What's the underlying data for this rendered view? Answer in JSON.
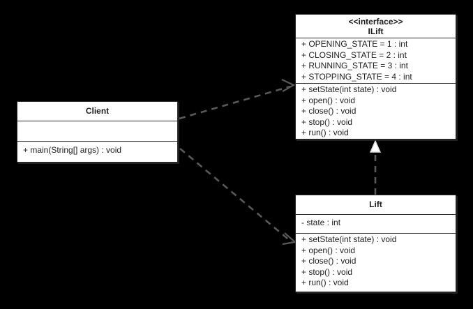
{
  "diagram": {
    "type": "uml-class-diagram",
    "background": "#000000",
    "box_fill": "#ffffff",
    "line_color": "#2b2b2b",
    "connector_color": "#595959"
  },
  "classes": {
    "client": {
      "name": "Client",
      "stereotype": "",
      "attributes": [],
      "methods": [
        "+ main(String[] args) : void"
      ]
    },
    "ilift": {
      "name": "ILift",
      "stereotype": "<<interface>>",
      "attributes": [
        "+ OPENING_STATE = 1 : int",
        "+ CLOSING_STATE = 2 : int",
        "+ RUNNING_STATE = 3 : int",
        "+ STOPPING_STATE = 4 : int"
      ],
      "methods": [
        "+ setState(int state) : void",
        "+ open() : void",
        "+ close() : void",
        "+ stop() : void",
        "+ run() : void"
      ]
    },
    "lift": {
      "name": "Lift",
      "stereotype": "",
      "attributes": [
        "- state : int"
      ],
      "methods": [
        "+ setState(int state) : void",
        "+ open() : void",
        "+ close() : void",
        "+ stop() : void",
        "+ run() : void"
      ]
    }
  },
  "relationships": [
    {
      "id": "client-to-ilift",
      "kind": "dependency",
      "from": "Client",
      "to": "ILift",
      "line": "dashed",
      "arrowhead": "open"
    },
    {
      "id": "client-to-lift",
      "kind": "dependency",
      "from": "Client",
      "to": "Lift",
      "line": "dashed",
      "arrowhead": "open"
    },
    {
      "id": "lift-to-ilift",
      "kind": "realization",
      "from": "Lift",
      "to": "ILift",
      "line": "dashed",
      "arrowhead": "hollow-triangle"
    }
  ]
}
